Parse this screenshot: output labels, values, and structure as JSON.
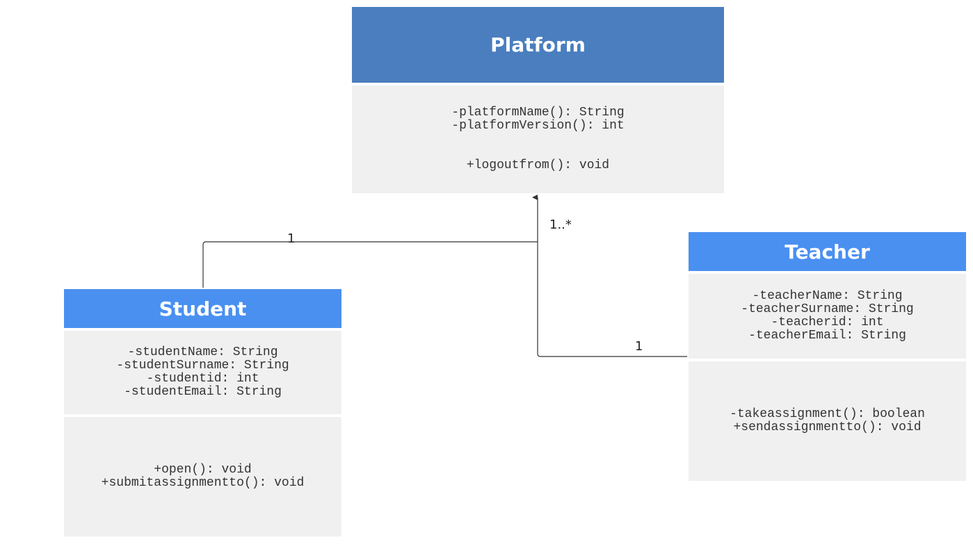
{
  "colors": {
    "platform_header": "#4a7ebf",
    "class_header": "#4a90f0",
    "section_bg": "#f0f0f0",
    "connector": "#333333"
  },
  "platform": {
    "title": "Platform",
    "attributes": [
      "-platformName(): String",
      "-platformVersion(): int"
    ],
    "operations": [
      "+logoutfrom(): void"
    ]
  },
  "student": {
    "title": "Student",
    "attributes": [
      "-studentName: String",
      "-studentSurname: String",
      "-studentid: int",
      "-studentEmail: String"
    ],
    "operations": [
      "+open(): void",
      "+submitassignmentto(): void"
    ]
  },
  "teacher": {
    "title": "Teacher",
    "attributes": [
      "-teacherName: String",
      "-teacherSurname: String",
      "-teacherid: int",
      "-teacherEmail: String"
    ],
    "operations": [
      "-takeassignment(): boolean",
      "+sendassignmentto(): void"
    ]
  },
  "multiplicities": {
    "student_end": "1",
    "platform_end": "1..*",
    "teacher_end": "1"
  }
}
